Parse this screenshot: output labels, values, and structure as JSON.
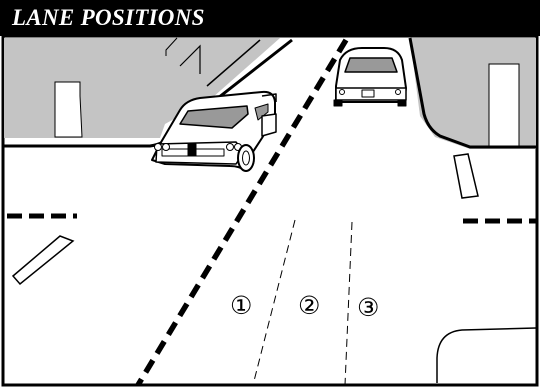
{
  "title": "LANE POSITIONS",
  "lane_markers": [
    "①",
    "②",
    "③"
  ],
  "colors": {
    "background": "#ffffff",
    "title_bar": "#000000",
    "title_text": "#ffffff",
    "buildings": "#c4c4c4",
    "ink": "#000000"
  },
  "icons": [
    "car-parked-left-icon",
    "car-oncoming-icon"
  ]
}
